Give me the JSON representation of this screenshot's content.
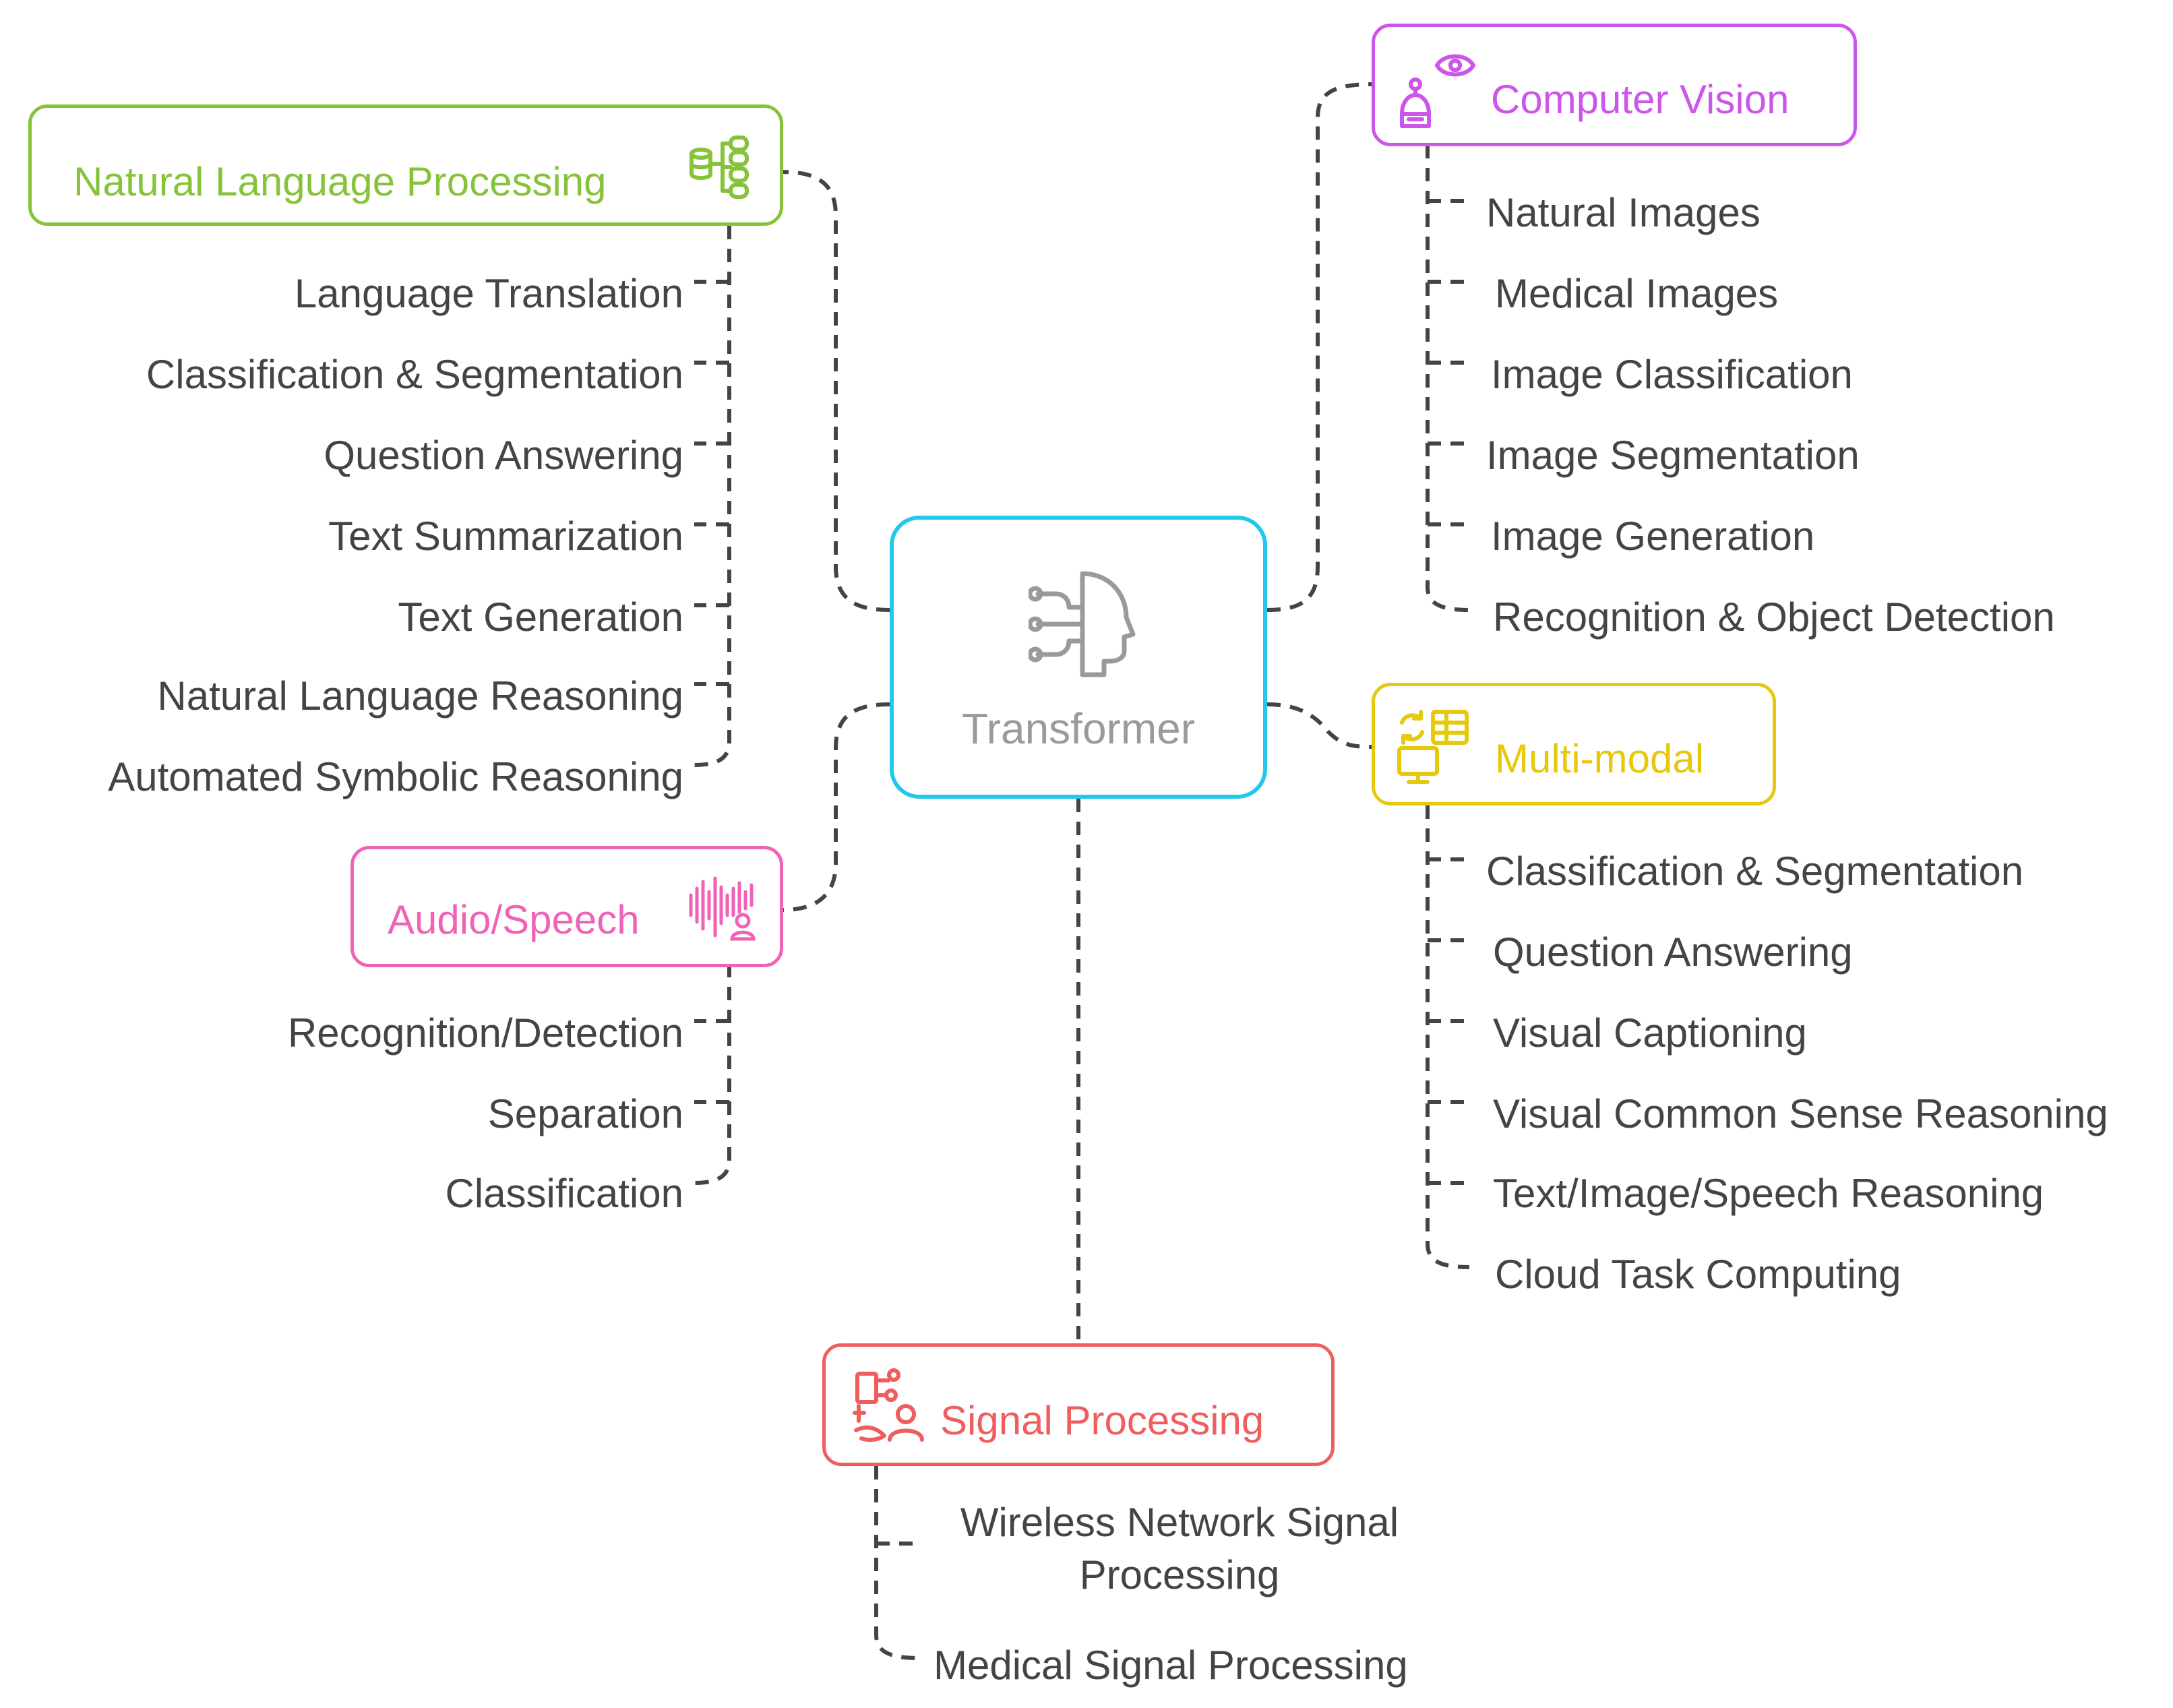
{
  "colors": {
    "center": "#21c8ec",
    "center_text": "#9a9a9a",
    "nlp": "#86c33a",
    "vision": "#cc55ea",
    "audio": "#f062b7",
    "multimodal": "#e6c80e",
    "signal": "#ef5d5d",
    "leaf_text": "#444444",
    "connector": "#444444"
  },
  "center": {
    "label": "Transformer",
    "icon": "ai-head-icon"
  },
  "branches": {
    "nlp": {
      "title": "Natural Language Processing",
      "icon": "database-tree-icon",
      "items": [
        "Language Translation",
        "Classification & Segmentation",
        "Question Answering",
        "Text Summarization",
        "Text Generation",
        "Natural Language Reasoning",
        "Automated Symbolic Reasoning"
      ]
    },
    "vision": {
      "title": "Computer Vision",
      "icon": "robot-eye-icon",
      "items": [
        "Natural Images",
        "Medical Images",
        "Image Classification",
        "Image Segmentation",
        "Image Generation",
        "Recognition & Object Detection"
      ]
    },
    "audio": {
      "title": "Audio/Speech",
      "icon": "soundwave-person-icon",
      "items": [
        "Recognition/Detection",
        "Separation",
        "Classification"
      ]
    },
    "multimodal": {
      "title": "Multi-modal",
      "icon": "monitor-table-icon",
      "items": [
        "Classification & Segmentation",
        "Question Answering",
        "Visual Captioning",
        "Visual Common Sense Reasoning",
        "Text/Image/Speech Reasoning",
        "Cloud Task Computing"
      ]
    },
    "signal": {
      "title": "Signal Processing",
      "icon": "signal-hand-icon",
      "items": [
        "Wireless Network Signal Processing",
        "Medical Signal Processing"
      ]
    }
  }
}
